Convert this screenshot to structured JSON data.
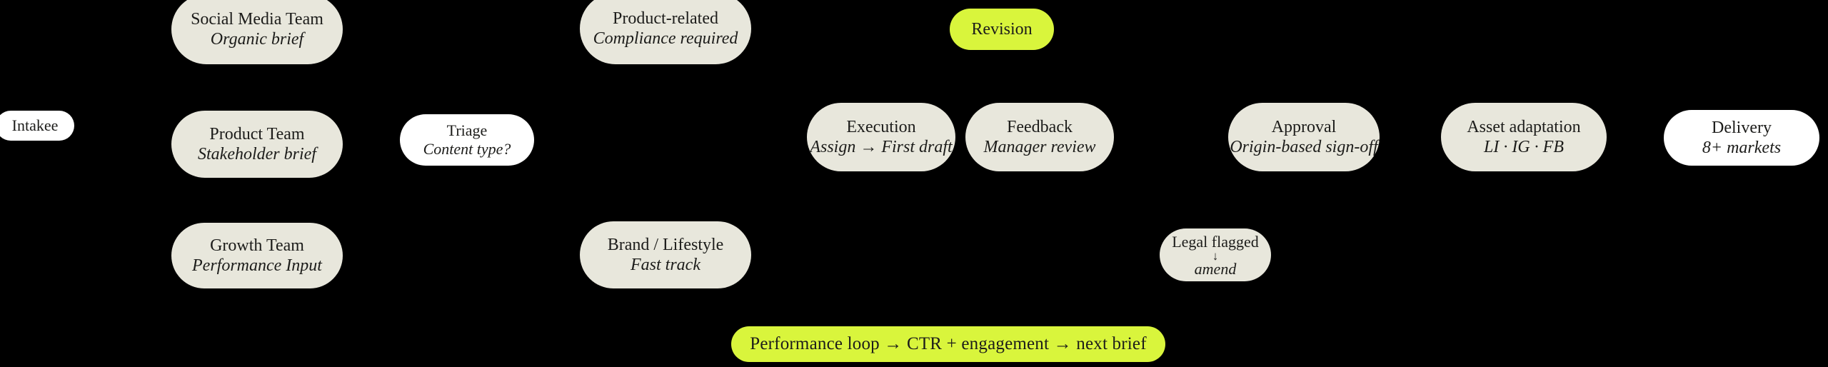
{
  "diagram": {
    "background_color": "#000000",
    "palette": {
      "node_cream": "#e8e7dc",
      "node_white": "#ffffff",
      "node_accent": "#d9f53c",
      "text": "#1c1c1a"
    },
    "nodes": [
      {
        "id": "intakee",
        "title": "Intakee",
        "sub": "",
        "fill": "white"
      },
      {
        "id": "social",
        "title": "Social Media Team",
        "sub": "Organic brief",
        "fill": "cream"
      },
      {
        "id": "prodteam",
        "title": "Product Team",
        "sub": "Stakeholder brief",
        "fill": "cream"
      },
      {
        "id": "growth",
        "title": "Growth Team",
        "sub": "Performance Input",
        "fill": "cream"
      },
      {
        "id": "triage",
        "title": "Triage",
        "sub": "Content type?",
        "fill": "white"
      },
      {
        "id": "product",
        "title": "Product-related",
        "sub": "Compliance required",
        "fill": "cream"
      },
      {
        "id": "brand",
        "title": "Brand / Lifestyle",
        "sub": "Fast track",
        "fill": "cream"
      },
      {
        "id": "revision",
        "title": "Revision",
        "sub": "",
        "fill": "accent"
      },
      {
        "id": "execution",
        "title": "Execution",
        "sub": "Assign → First draft",
        "fill": "cream"
      },
      {
        "id": "feedback",
        "title": "Feedback",
        "sub": "Manager review",
        "fill": "cream"
      },
      {
        "id": "approval",
        "title": "Approval",
        "sub": "Origin-based sign-off",
        "fill": "cream"
      },
      {
        "id": "legal",
        "title": "Legal flagged",
        "arrow": "↓",
        "sub": "amend",
        "fill": "cream"
      },
      {
        "id": "asset",
        "title": "Asset adaptation",
        "sub": "LI · IG · FB",
        "fill": "cream"
      },
      {
        "id": "delivery",
        "title": "Delivery",
        "sub": "8+ markets",
        "fill": "white"
      },
      {
        "id": "loop",
        "title": "Performance loop  →  CTR + engagement  →  next brief",
        "sub": "",
        "fill": "accent"
      }
    ]
  }
}
